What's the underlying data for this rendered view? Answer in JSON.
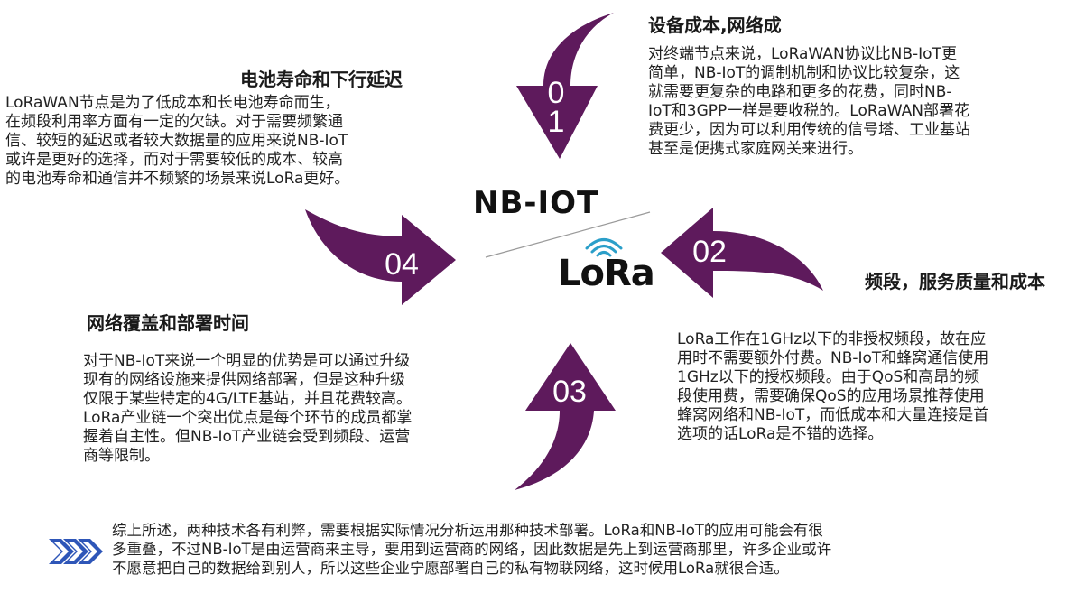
{
  "center": {
    "nbiot_label": "NB-IOT",
    "lora_logo_text": "LoRa"
  },
  "arrows": [
    {
      "id": "01",
      "label_line1": "0",
      "label_line2": "1"
    },
    {
      "id": "02",
      "label": "02"
    },
    {
      "id": "03",
      "label": "03"
    },
    {
      "id": "04",
      "label": "04"
    }
  ],
  "sections": {
    "cost": {
      "title": "设备成本,网络成",
      "lines": [
        "对终端节点来说，LoRaWAN协议比NB-IoT更",
        "简单，NB-IoT的调制机制和协议比较复杂，这",
        "就需要更复杂的电路和更多的花费，同时NB-",
        "IoT和3GPP一样是要收税的。LoRaWAN部署花",
        "费更少，因为可以利用传统的信号塔、工业基站",
        "甚至是便携式家庭网关来进行。"
      ]
    },
    "battery": {
      "title": "电池寿命和下行延迟",
      "lines": [
        "LoRaWAN节点是为了低成本和长电池寿命而生，",
        "在频段利用率方面有一定的欠缺。对于需要频繁通",
        "信、较短的延迟或者较大数据量的应用来说NB-IoT",
        "或许是更好的选择，而对于需要较低的成本、较高",
        "的电池寿命和通信并不频繁的场景来说LoRa更好。"
      ]
    },
    "band": {
      "title": "频段，服务质量和成本",
      "lines": [
        "LoRa工作在1GHz以下的非授权频段，故在应",
        "用时不需要额外付费。NB-IoT和蜂窝通信使用",
        "1GHz以下的授权频段。由于QoS和高昂的频",
        "段使用费，需要确保QoS的应用场景推荐使用",
        "蜂窝网络和NB-IoT，而低成本和大量连接是首",
        "选项的话LoRa是不错的选择。"
      ]
    },
    "coverage": {
      "title": "网络覆盖和部署时间",
      "lines": [
        "对于NB-IoT来说一个明显的优势是可以通过升级",
        "现有的网络设施来提供网络部署，但是这种升级",
        "仅限于某些特定的4G/LTE基站，并且花费较高。",
        "LoRa产业链一个突出优点是每个环节的成员都掌",
        "握着自主性。但NB-IoT产业链会受到频段、运营",
        "商等限制。"
      ]
    },
    "summary": {
      "lines": [
        "综上所述，两种技术各有利弊，需要根据实际情况分析运用那种技术部署。LoRa和NB-IoT的应用可能会有很",
        "多重叠，不过NB-IoT是由运营商来主导，要用到运营商的网络，因此数据是先上到运营商那里，许多企业或许",
        "不愿意把自己的数据给到别人，所以这些企业宁愿部署自己的私有物联网络，这时候用LoRa就很合适。"
      ]
    }
  },
  "colors": {
    "arrow": "#5e1a5c",
    "divider": "#9a9a9a",
    "chevron": "#2e56b8",
    "lora_waves": "#2b9fc9"
  },
  "icons": [
    "lora-wave-icon",
    "chevron-right-icon"
  ]
}
